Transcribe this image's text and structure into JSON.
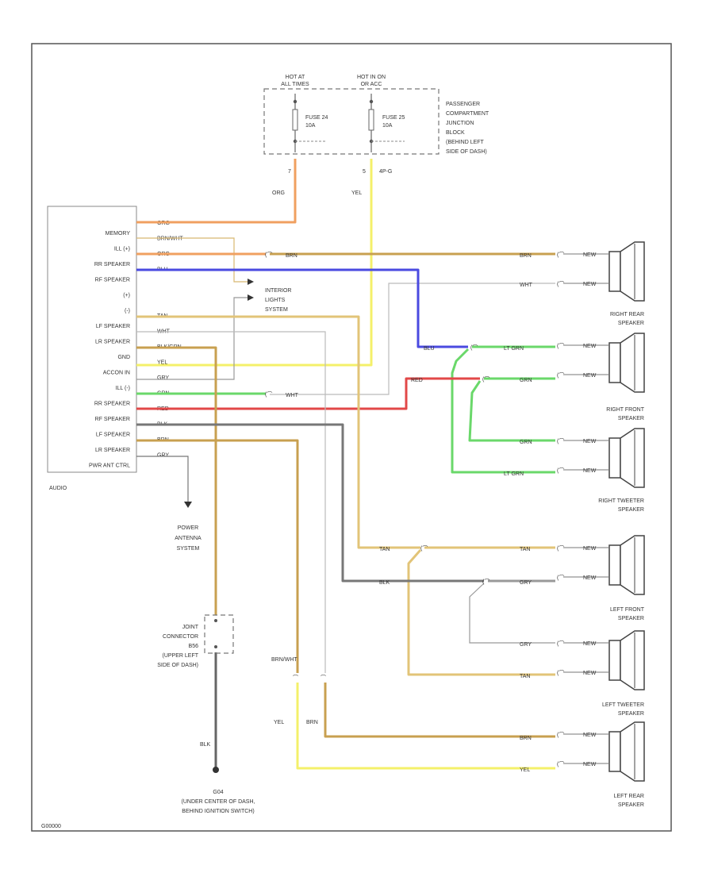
{
  "fuse_block": {
    "hot_left": "HOT AT ALL TIMES",
    "hot_right": "HOT IN ON OR ACC",
    "fuse_left_name": "FUSE 24",
    "fuse_left_amp": "10A",
    "fuse_right_name": "FUSE 25",
    "fuse_right_amp": "10A",
    "description": [
      "PASSENGER",
      "COMPARTMENT",
      "JUNCTION",
      "BLOCK",
      "(BEHIND LEFT",
      "SIDE OF DASH)"
    ],
    "pin_left": "7",
    "pin_right": "5",
    "pin_right_conn": "4P-G",
    "wire_left": "ORG",
    "wire_right": "YEL"
  },
  "audio": {
    "label": "AUDIO",
    "pins": [
      "MEMORY",
      "ILL (+)",
      "RR SPEAKER",
      "RF SPEAKER",
      "(+)",
      "(-)",
      "LF SPEAKER",
      "LR SPEAKER",
      "GND",
      "ACCON IN",
      "ILL (-)",
      "RR SPEAKER",
      "RF SPEAKER",
      "LF SPEAKER",
      "LR SPEAKER",
      "PWR ANT CTRL"
    ],
    "wires": [
      "ORG",
      "BRN/WHT",
      "ORG",
      "BLU",
      "",
      "",
      "TAN",
      "WHT",
      "BLK/GRN",
      "YEL",
      "GRY",
      "GRN",
      "RED",
      "BLK",
      "BRN",
      "GRY"
    ]
  },
  "labels": {
    "interior_lights": [
      "INTERIOR",
      "LIGHTS",
      "SYSTEM"
    ],
    "power_antenna": [
      "POWER",
      "ANTENNA",
      "SYSTEM"
    ],
    "joint_connector": [
      "JOINT",
      "CONNECTOR",
      "B56",
      "(UPPER LEFT",
      "SIDE OF DASH)"
    ],
    "ground": [
      "G04",
      "(UNDER CENTER OF DASH,",
      "BEHIND IGNITION SWITCH)"
    ],
    "ground_wire": "BLK",
    "mid_wire_left": "BRN/WHT",
    "mid_wire_bottom_left": "YEL",
    "mid_wire_bottom_right": "BRN",
    "diagram_id": "G00000"
  },
  "speakers": [
    {
      "name": [
        "RIGHT REAR",
        "SPEAKER"
      ],
      "wires": [
        "BRN",
        "WHT"
      ]
    },
    {
      "name": [
        "RIGHT FRONT",
        "SPEAKER"
      ],
      "wires": [
        "LT GRN",
        "GRN"
      ]
    },
    {
      "name": [
        "RIGHT TWEETER",
        "SPEAKER"
      ],
      "wires": [
        "GRN",
        "LT GRN"
      ]
    },
    {
      "name": [
        "LEFT FRONT",
        "SPEAKER"
      ],
      "wires": [
        "TAN",
        "GRY"
      ]
    },
    {
      "name": [
        "LEFT TWEETER",
        "SPEAKER"
      ],
      "wires": [
        "GRY",
        "TAN"
      ]
    },
    {
      "name": [
        "LEFT REAR",
        "SPEAKER"
      ],
      "wires": [
        "BRN",
        "YEL"
      ]
    }
  ],
  "speaker_terminal_label": "NEW",
  "inline_wires": {
    "rr_mid": "BRN",
    "rr_white": "WHT",
    "rf_blue": "BLU",
    "rf_red": "RED",
    "illum_wht": "WHT",
    "lf_tan": "TAN",
    "lr_blk": "BLK"
  },
  "colors": {
    "orange": "#f0a060",
    "brown": "#c8a050",
    "blue": "#4a4ae0",
    "yellow": "#f4f06a",
    "green": "#6ad86a",
    "red": "#e24848",
    "black": "#555555",
    "tan": "#e2c478",
    "white": "#bbbbbb",
    "gray": "#999999",
    "brnwht": "#d8b870"
  }
}
